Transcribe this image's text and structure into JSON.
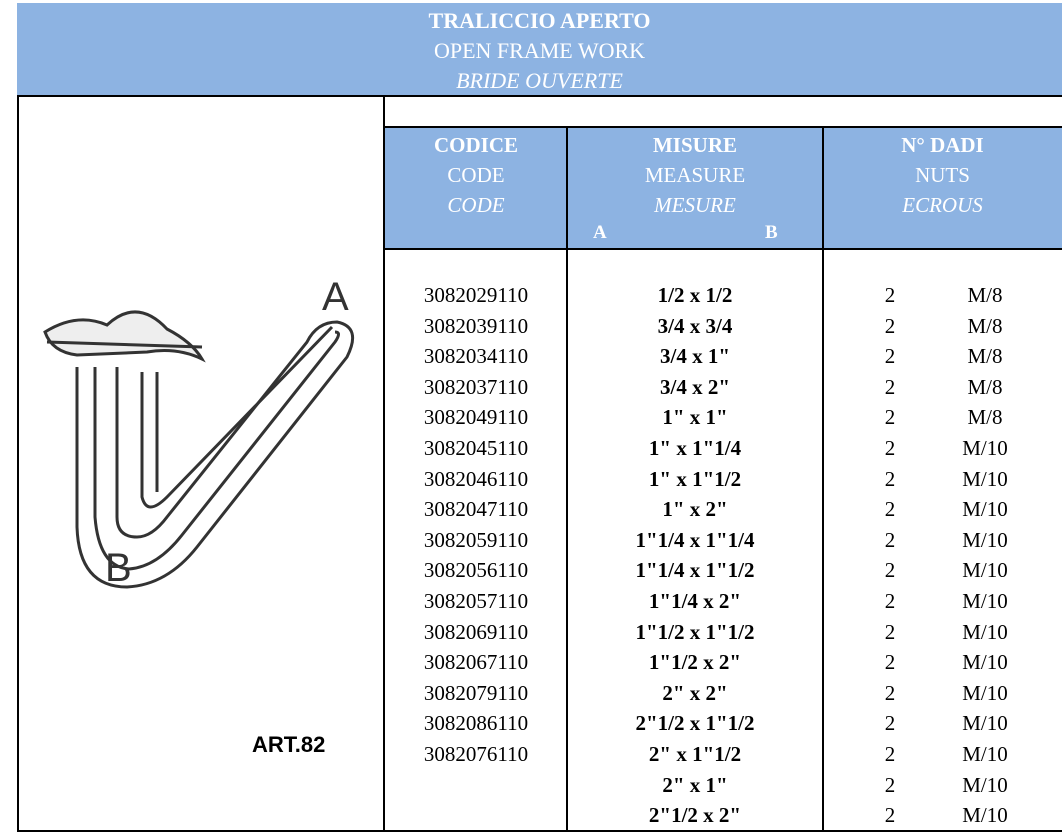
{
  "title": {
    "it": "TRALICCIO APERTO",
    "en": "OPEN FRAME WORK",
    "fr": "BRIDE OUVERTE"
  },
  "article": "ART.82",
  "diagram_labels": {
    "a": "A",
    "b": "B"
  },
  "headers": {
    "code": {
      "it": "CODICE",
      "en": "CODE",
      "fr": "CODE"
    },
    "measure": {
      "it": "MISURE",
      "en": "MEASURE",
      "fr": "MESURE",
      "a": "A",
      "b": "B"
    },
    "nuts": {
      "it": "N° DADI",
      "en": "NUTS",
      "fr": "ECROUS"
    }
  },
  "rows": [
    {
      "code": "3082029110",
      "measure": "1/2 x 1/2",
      "nuts": "2",
      "thread": "M/8"
    },
    {
      "code": "3082039110",
      "measure": "3/4 x 3/4",
      "nuts": "2",
      "thread": "M/8"
    },
    {
      "code": "3082034110",
      "measure": "3/4 x 1\"",
      "nuts": "2",
      "thread": "M/8"
    },
    {
      "code": "3082037110",
      "measure": "3/4 x 2\"",
      "nuts": "2",
      "thread": "M/8"
    },
    {
      "code": "3082049110",
      "measure": "1\" x 1\"",
      "nuts": "2",
      "thread": "M/8"
    },
    {
      "code": "3082045110",
      "measure": "1\" x 1\"1/4",
      "nuts": "2",
      "thread": "M/10"
    },
    {
      "code": "3082046110",
      "measure": "1\" x 1\"1/2",
      "nuts": "2",
      "thread": "M/10"
    },
    {
      "code": "3082047110",
      "measure": "1\" x 2\"",
      "nuts": "2",
      "thread": "M/10"
    },
    {
      "code": "3082059110",
      "measure": "1\"1/4 x 1\"1/4",
      "nuts": "2",
      "thread": "M/10"
    },
    {
      "code": "3082056110",
      "measure": "1\"1/4 x 1\"1/2",
      "nuts": "2",
      "thread": "M/10"
    },
    {
      "code": "3082057110",
      "measure": "1\"1/4 x 2\"",
      "nuts": "2",
      "thread": "M/10"
    },
    {
      "code": "3082069110",
      "measure": "1\"1/2 x 1\"1/2",
      "nuts": "2",
      "thread": "M/10"
    },
    {
      "code": "3082067110",
      "measure": "1\"1/2 x 2\"",
      "nuts": "2",
      "thread": "M/10"
    },
    {
      "code": "3082079110",
      "measure": "2\" x 2\"",
      "nuts": "2",
      "thread": "M/10"
    },
    {
      "code": "3082086110",
      "measure": "2\"1/2 x 1\"1/2",
      "nuts": "2",
      "thread": "M/10"
    },
    {
      "code": "3082076110",
      "measure": "2\" x 1\"1/2",
      "nuts": "2",
      "thread": "M/10"
    },
    {
      "code": "",
      "measure": "2\" x 1\"",
      "nuts": "2",
      "thread": "M/10"
    },
    {
      "code": "",
      "measure": "2\"1/2 x 2\"",
      "nuts": "2",
      "thread": "M/10"
    }
  ]
}
